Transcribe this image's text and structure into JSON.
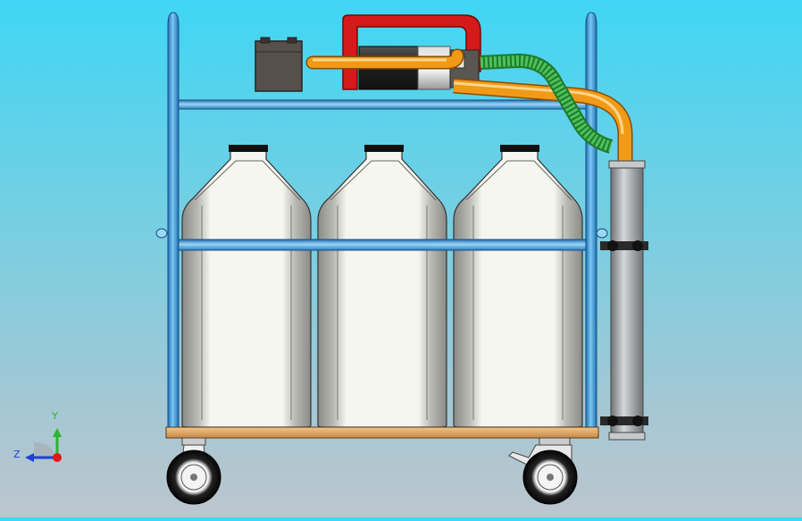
{
  "viewport": {
    "background_top": "#3fd6f4",
    "background_bottom": "#bcc6cd"
  },
  "model": {
    "components": [
      "tubular-frame-cart",
      "upper-shelf",
      "battery",
      "motor",
      "red-handle",
      "orange-hose",
      "green-hose",
      "filter-cylinder",
      "water-canister",
      "water-canister",
      "water-canister",
      "wooden-base",
      "caster-wheel",
      "caster-wheel-with-brake"
    ],
    "colors": {
      "frame": "#3b9fe0",
      "handle": "#d41a1a",
      "hose_orange": "#f09a18",
      "hose_green": "#3fb34f",
      "canister": "#f4f4ee",
      "base": "#e8b070",
      "cylinder": "#a9adb1"
    }
  },
  "triad": {
    "y_label": "Y",
    "z_label": "Z",
    "y_color": "#2ab52a",
    "z_color": "#1f3fd8",
    "x_color": "#e01818"
  }
}
